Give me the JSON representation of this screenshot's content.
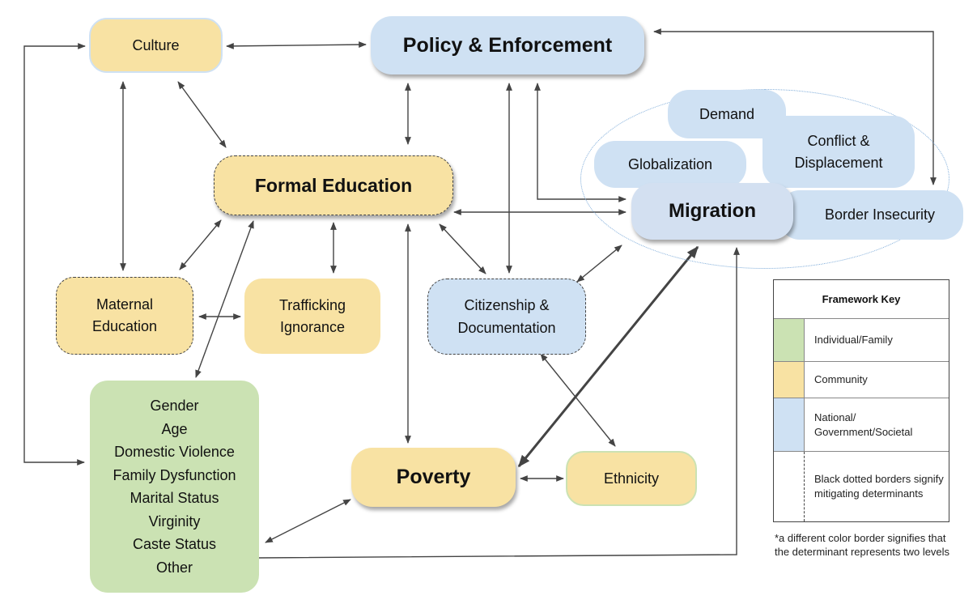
{
  "nodes": {
    "culture": "Culture",
    "policy": "Policy & Enforcement",
    "formal_education": "Formal Education",
    "maternal_education": [
      "Maternal",
      "Education"
    ],
    "trafficking_ignorance": [
      "Trafficking",
      "Ignorance"
    ],
    "citizenship": [
      "Citizenship &",
      "Documentation"
    ],
    "individual": [
      "Gender",
      "Age",
      "Domestic Violence",
      "Family Dysfunction",
      "Marital Status",
      "Virginity",
      "Caste Status",
      "Other"
    ],
    "poverty": "Poverty",
    "ethnicity": "Ethnicity",
    "demand": "Demand",
    "globalization": "Globalization",
    "conflict": [
      "Conflict &",
      "Displacement"
    ],
    "migration": "Migration",
    "border": "Border Insecurity"
  },
  "key": {
    "title": "Framework Key",
    "rows": [
      {
        "label": "Individual/Family",
        "color": "#cbe2b3"
      },
      {
        "label": "Community",
        "color": "#f8e2a3"
      },
      {
        "label": "National/ Government/Societal",
        "color": "#cfe1f3"
      },
      {
        "label": "Black dotted borders signify mitigating determinants",
        "color": "#ffffff"
      }
    ],
    "note": "*a different color border signifies that the determinant represents two levels"
  },
  "colors": {
    "community": "#f8e2a3",
    "national": "#cfe1f3",
    "individual": "#cbe2b3",
    "arrow": "#444444"
  }
}
